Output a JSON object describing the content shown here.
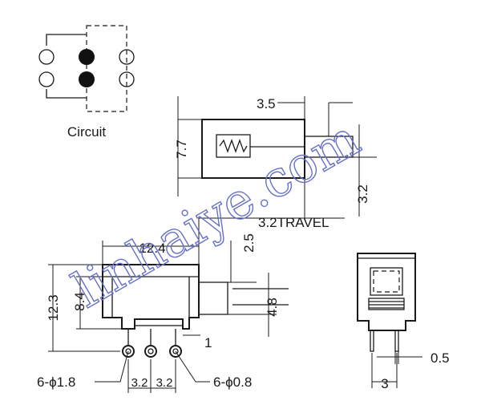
{
  "circuit": {
    "label": "Circuit"
  },
  "dimensions": {
    "top_width": "3.5",
    "top_height": "7.7",
    "top_stroke": "3.2",
    "travel": "3.2TRAVEL",
    "body_width": "12.4",
    "body_height": "12.3",
    "body_inner": "8.4",
    "actuator_top": "2.5",
    "actuator_len": "4.8",
    "pin_offset": "1",
    "pin_pitch_1": "3.2",
    "pin_pitch_2": "3.2",
    "hole_large": "6-ϕ1.8",
    "hole_small": "6-ϕ0.8",
    "end_width": "3",
    "pin_width": "0.5"
  },
  "watermark": {
    "text": "linhaiye.com",
    "color": "#6670c8"
  }
}
